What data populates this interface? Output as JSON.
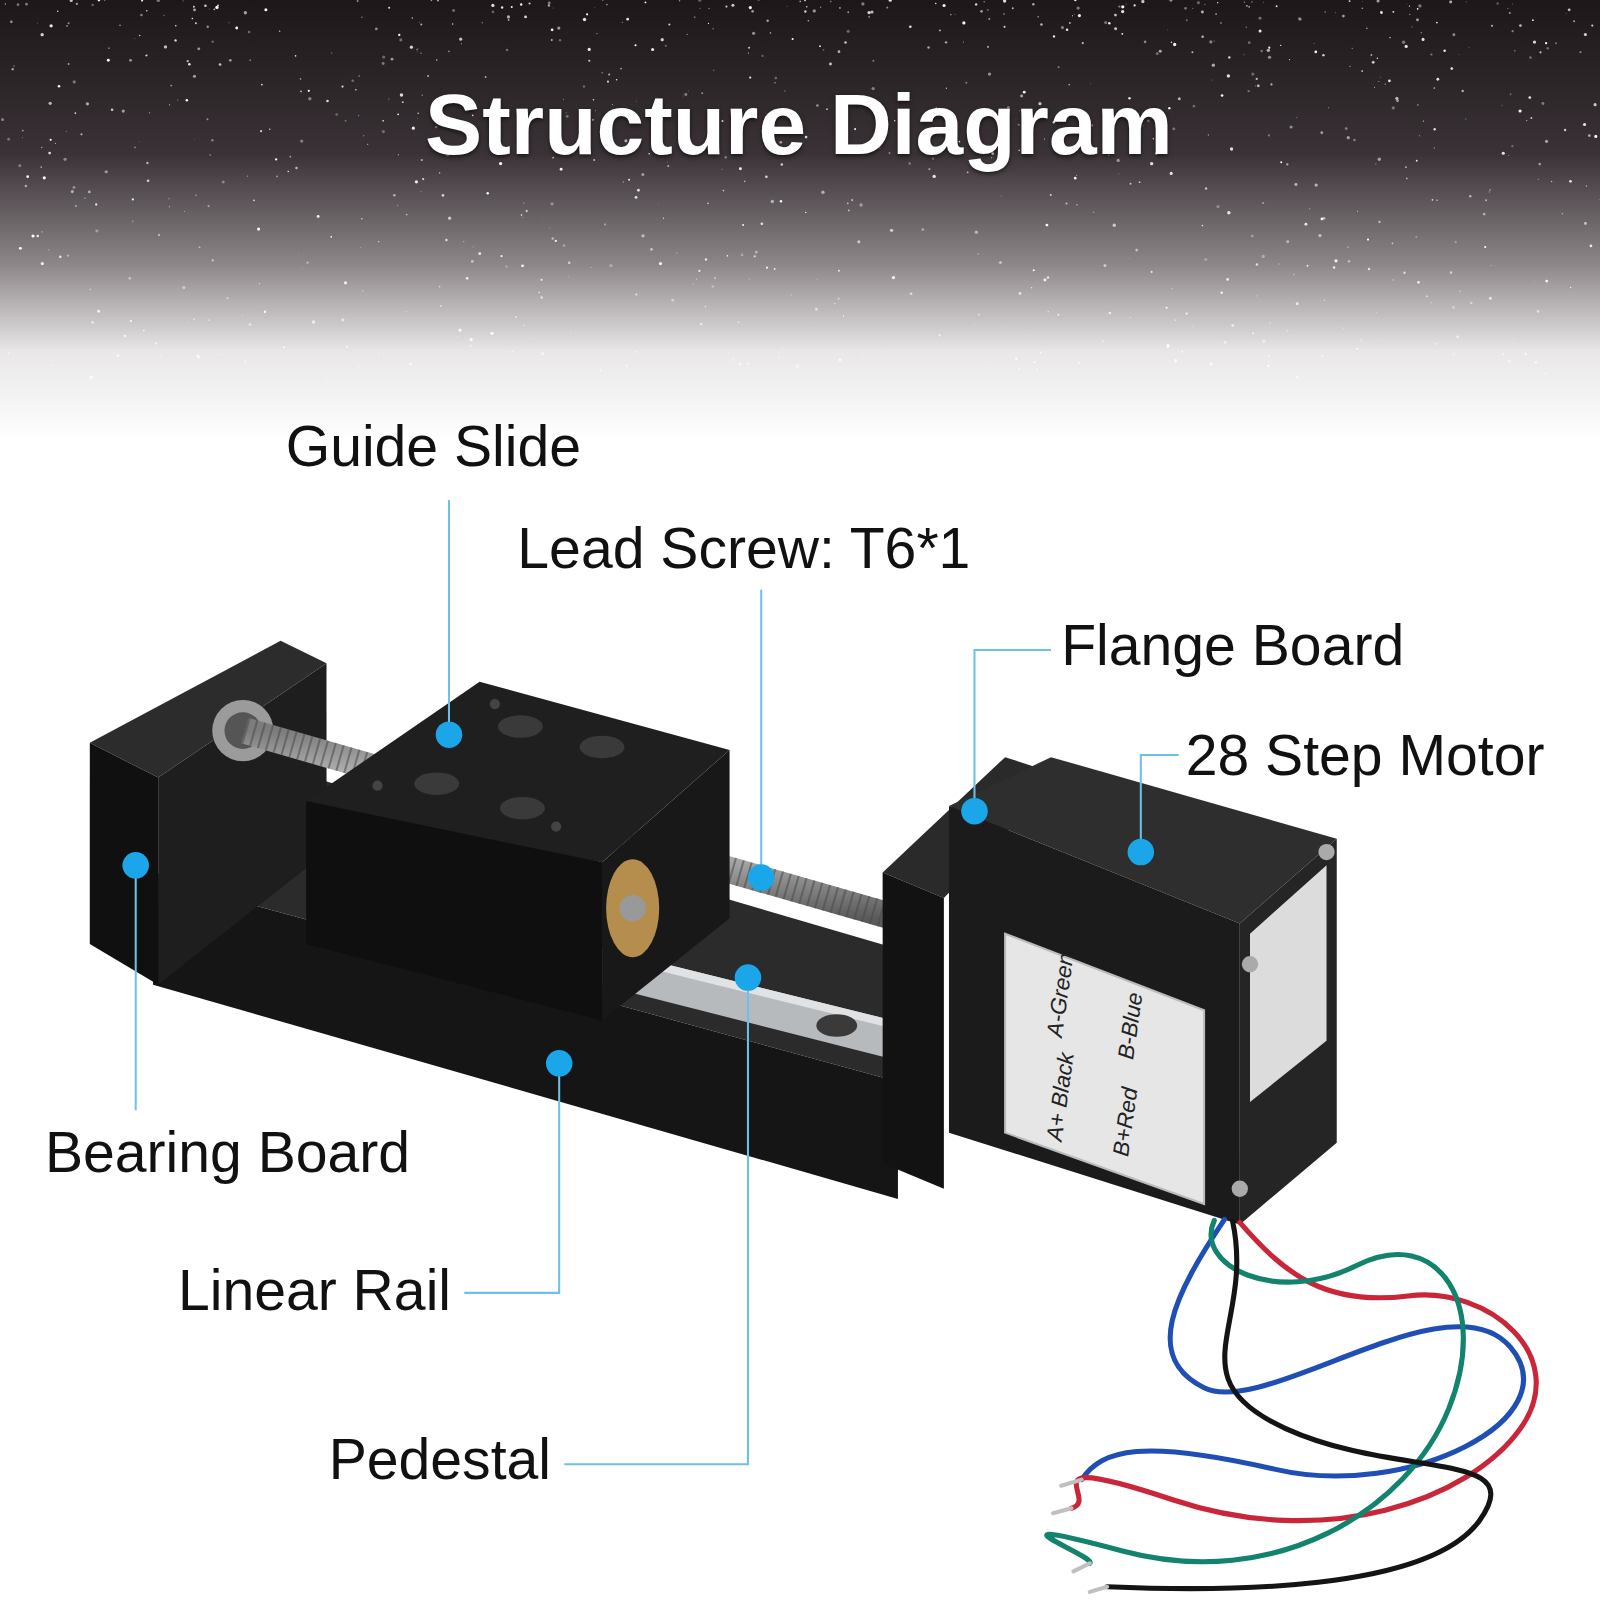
{
  "diagram": {
    "title": "Structure Diagram",
    "labels": [
      "Guide Slide",
      "Lead Screw: T6*1",
      "Flange Board",
      "28 Step Motor",
      "Bearing Board",
      "Linear Rail",
      "Pedestal",
      "A+ Black",
      "A-Green",
      "B+Red",
      "B-Blue"
    ]
  }
}
